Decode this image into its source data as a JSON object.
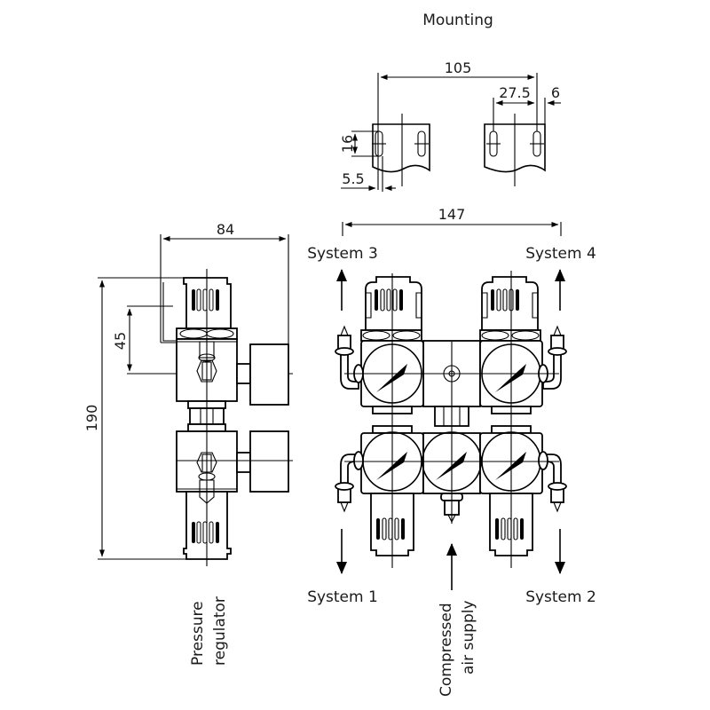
{
  "title": "Mounting",
  "mounting_dimensions": {
    "overall_spacing": "105",
    "hole_offset": "27.5",
    "edge_offset": "6",
    "slot_length": "16",
    "slot_width": "5.5"
  },
  "side_view_dimensions": {
    "depth": "84",
    "height": "190",
    "gauge_offset": "45"
  },
  "front_view_dimensions": {
    "width": "147"
  },
  "labels": {
    "system_1": "System 1",
    "system_2": "System 2",
    "system_3": "System 3",
    "system_4": "System 4",
    "pressure_regulator_line1": "Pressure",
    "pressure_regulator_line2": "regulator",
    "compressed_air_line1": "Compressed",
    "compressed_air_line2": "air supply"
  },
  "colors": {
    "line": "#000000",
    "text": "#1a1a1a",
    "background": "#ffffff"
  }
}
